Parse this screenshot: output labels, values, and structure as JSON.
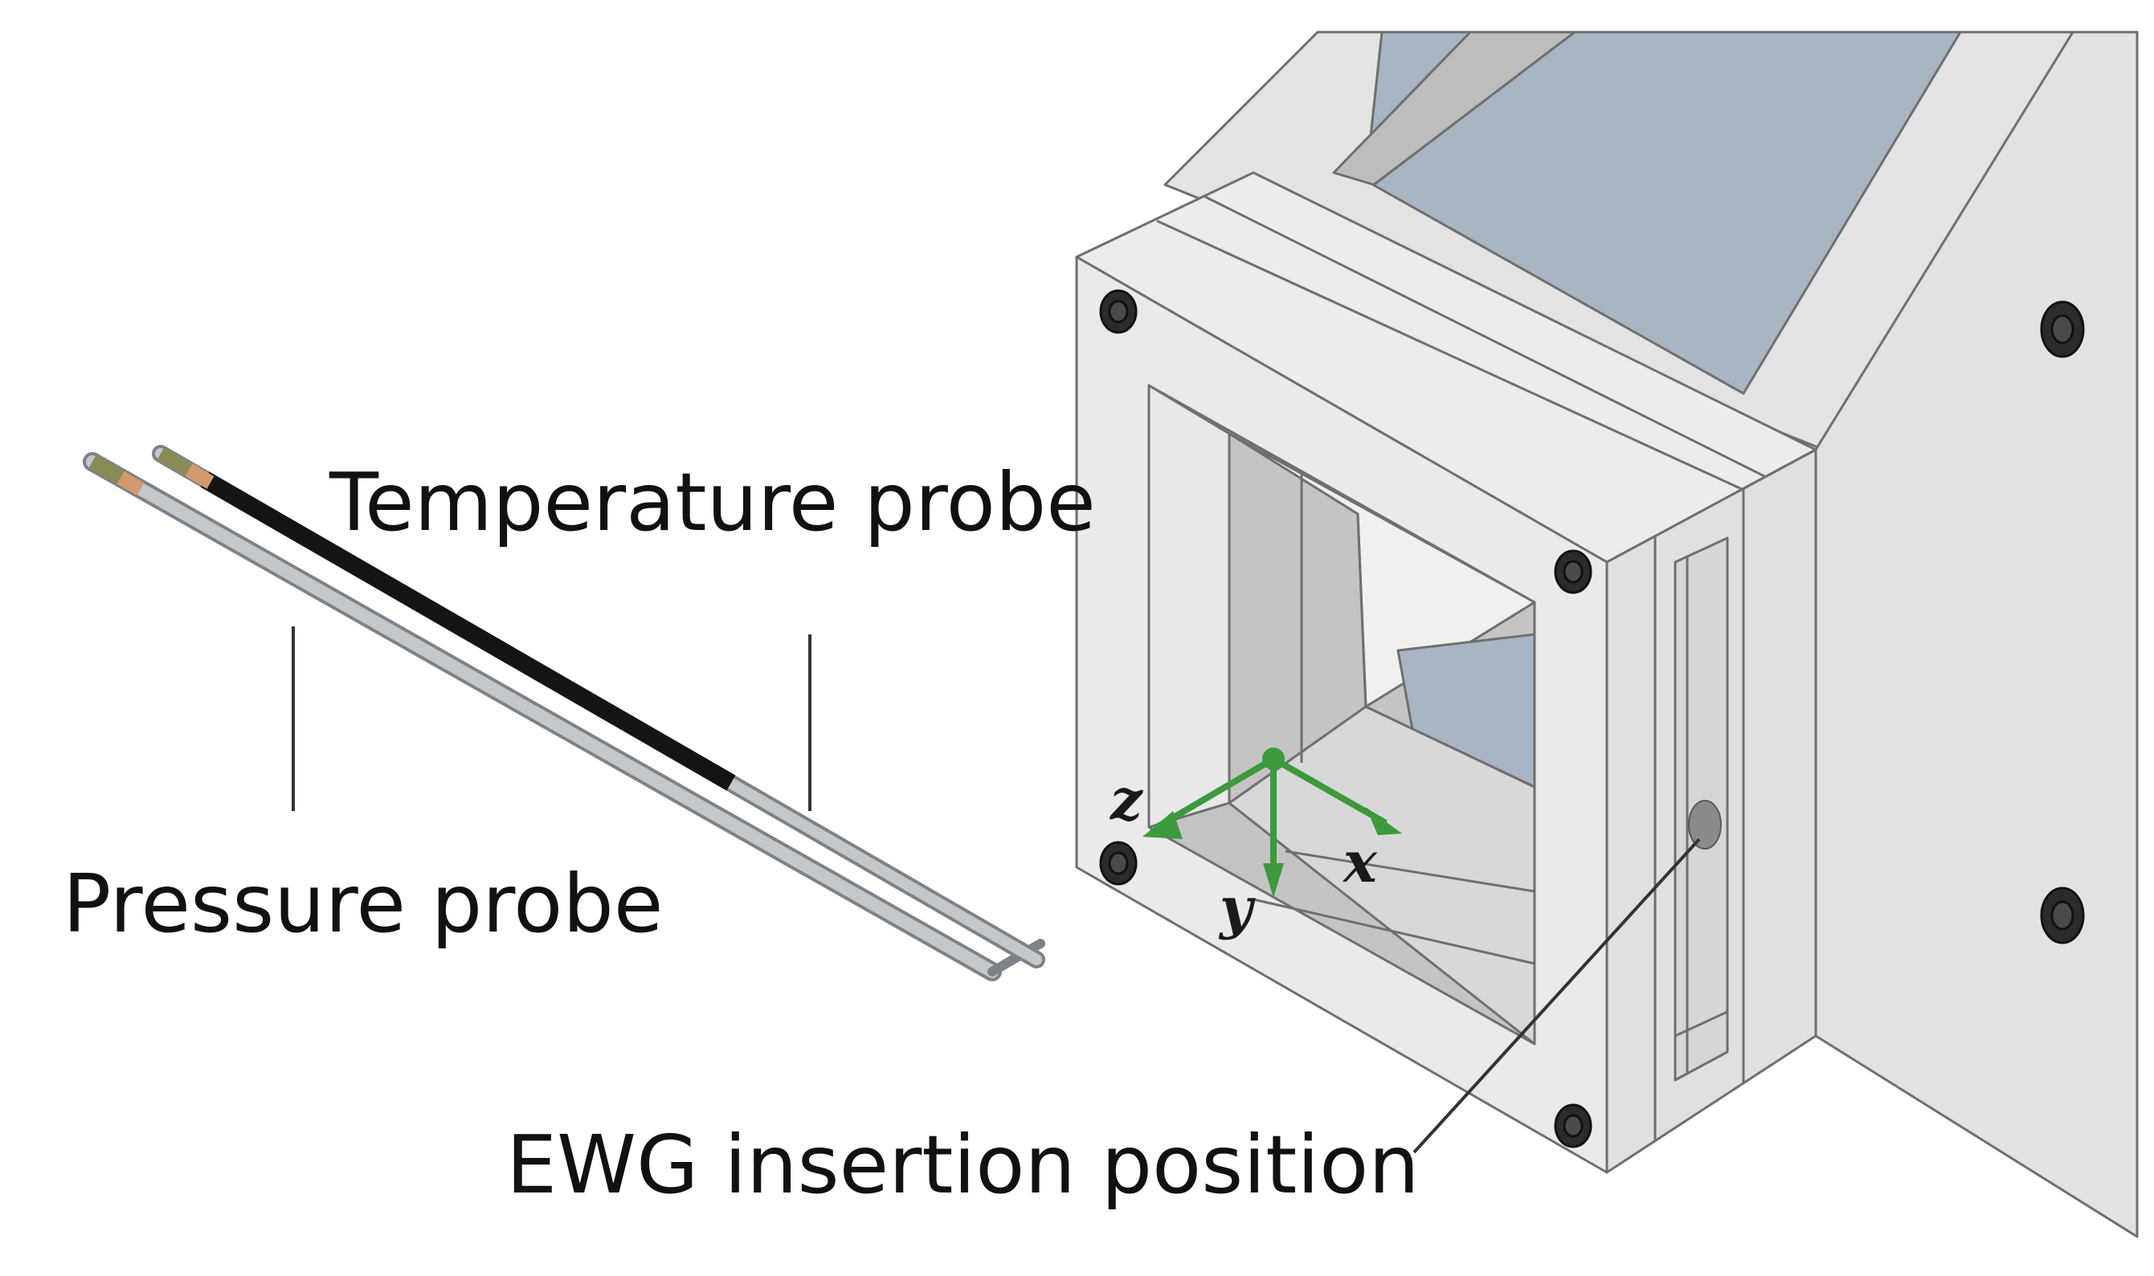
{
  "labels": {
    "temperature_probe": "Temperature probe",
    "pressure_probe": "Pressure probe",
    "ewg_insertion": "EWG insertion position"
  },
  "axes": {
    "x": "x",
    "y": "y",
    "z": "z"
  },
  "colors": {
    "housing": "#e5e5e5",
    "housing_edge": "#6f6f6f",
    "window": "#a8b5c3",
    "axis_arrow": "#3c9a3c",
    "probe_dark": "#141414",
    "probe_light": "#c3c8cd",
    "bolt": "#2b2b2b"
  }
}
